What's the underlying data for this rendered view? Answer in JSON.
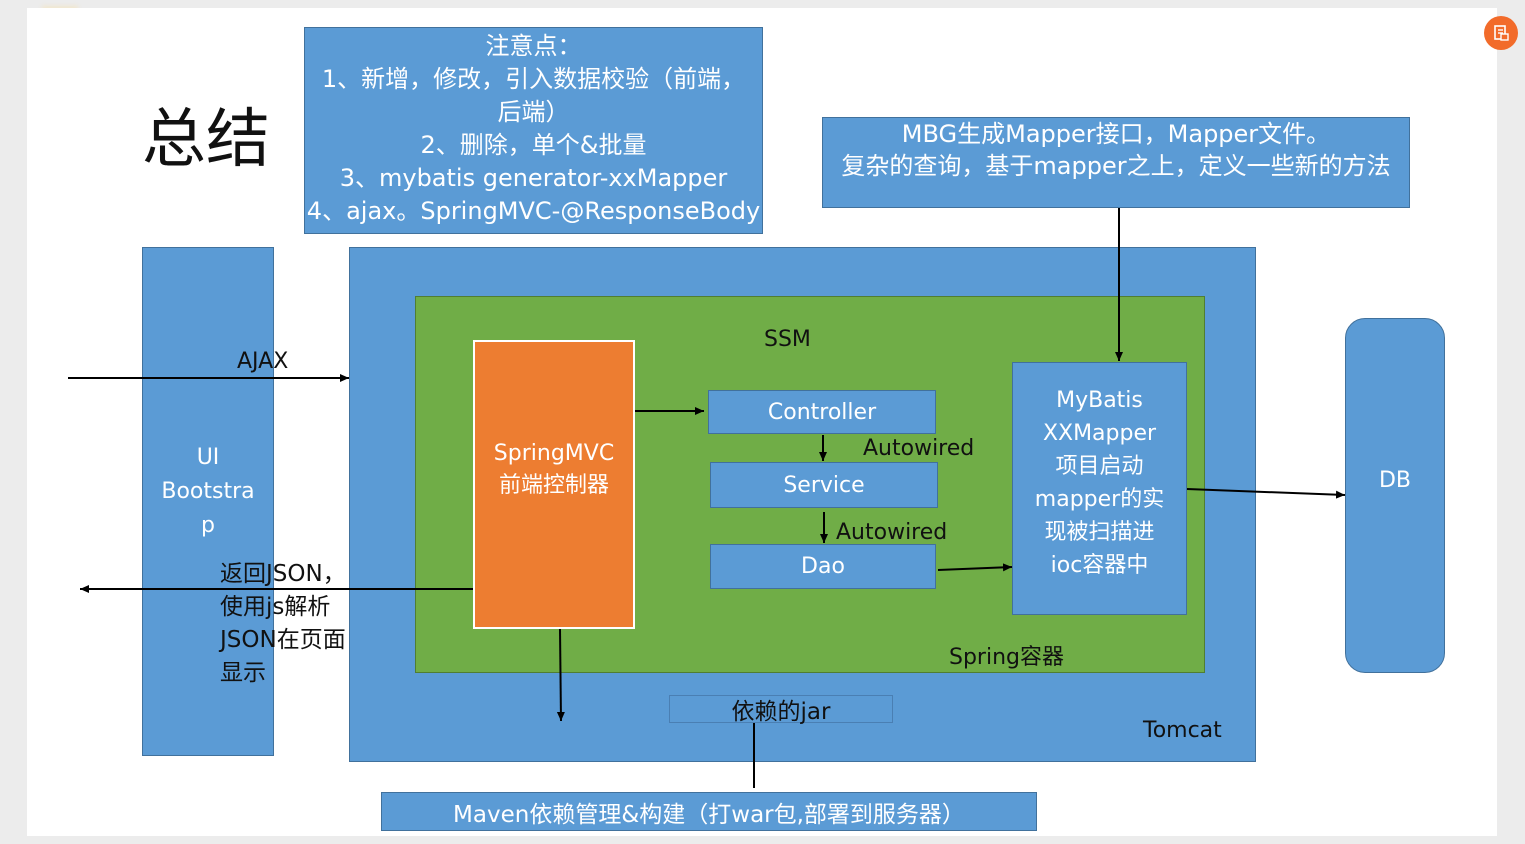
{
  "title": "总结",
  "notes": {
    "heading": "注意点：",
    "lines": [
      "1、新增，修改，引入数据校验（前端，后端）",
      "2、删除，单个&批量",
      "3、mybatis generator-xxMapper",
      "4、ajax。SpringMVC-@ResponseBody"
    ]
  },
  "mbg_note": "MBG生成Mapper接口，Mapper文件。\n复杂的查询，基于mapper之上，定义一些新的方法",
  "ui_box": "UI\nBootstra\np",
  "ajax_label": "AJAX",
  "return_json_label": "返回JSON，\n使用js解析\nJSON在页面\n显示",
  "ssm_label": "SSM",
  "springmvc_box": "SpringMVC\n前端控制器",
  "controller": "Controller",
  "service": "Service",
  "dao": "Dao",
  "autowired_1": "Autowired",
  "autowired_2": "Autowired",
  "mybatis_box": "MyBatis\nXXMapper\n项目启动\nmapper的实\n现被扫描进\nioc容器中",
  "spring_container": "Spring容器",
  "jar_label": "依赖的jar",
  "tomcat_label": "Tomcat",
  "db_box": "DB",
  "maven_bar": "Maven依赖管理&构建（打war包,部署到服务器）",
  "colors": {
    "blue": "#5b9bd5",
    "blue_border": "#41719c",
    "green": "#70ad47",
    "orange": "#ed7d31",
    "badge": "#f26b2a"
  }
}
